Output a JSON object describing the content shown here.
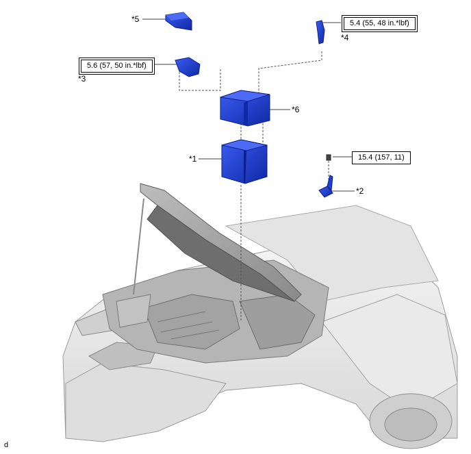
{
  "callouts": {
    "c1": "*1",
    "c2": "*2",
    "c3": "*3",
    "c4": "*4",
    "c5": "*5",
    "c6": "*6"
  },
  "torques": {
    "t_c4": "5.4 (55, 48 in.*lbf)",
    "t_c3": "5.6 (57, 50 in.*lbf)",
    "t_c2": "15.4 (157, 11)"
  },
  "footer": "d",
  "colors": {
    "part_blue": "#1f3fd6",
    "part_blue_dark": "#0c1f8c",
    "line": "#555555",
    "car_gray": "#d9d9d9"
  }
}
